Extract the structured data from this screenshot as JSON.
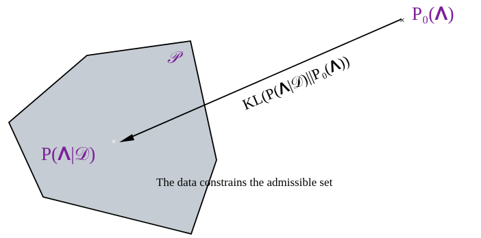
{
  "labels": {
    "set_symbol": "𝒫",
    "posterior": "P(𝚲|𝒟)",
    "prior": "P₀(𝚲)",
    "divergence": "KL(P(𝚲|𝒟)||P₀(𝚲))",
    "caption": "The data constrains the admissible set"
  },
  "markers": {
    "posterior_marker": "×",
    "prior_marker": "×"
  },
  "colors": {
    "region_fill": "#c5ccd3",
    "outline": "#000000",
    "label_accent": "#7b1f9a",
    "text": "#000000",
    "posterior_marker": "#ffffff"
  }
}
